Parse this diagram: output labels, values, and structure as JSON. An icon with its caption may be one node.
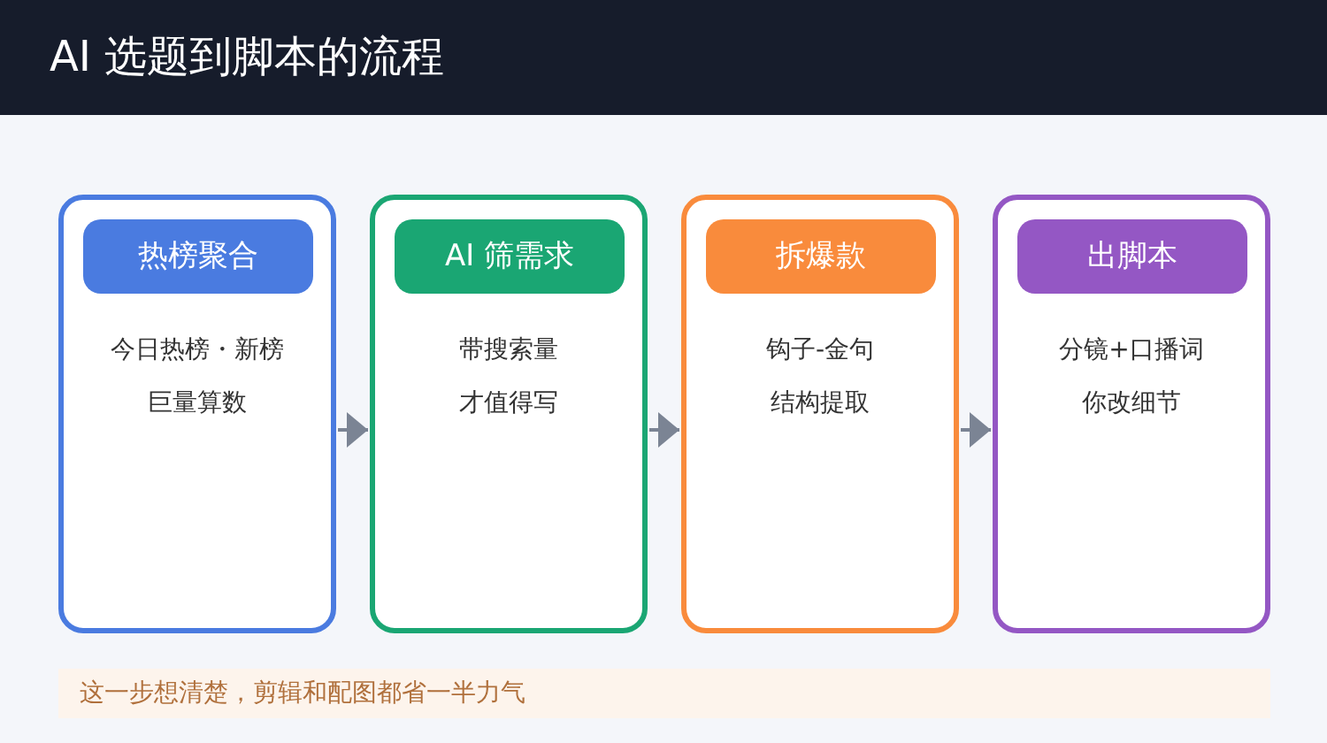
{
  "diagram": {
    "title": "AI 选题到脚本的流程",
    "nodes": [
      {
        "text": [
          "热榜聚合",
          "今日热榜・新榜",
          "巨量算数"
        ]
      },
      {
        "text": [
          "AI 筛需求",
          "带搜索量",
          "才值得写"
        ]
      },
      {
        "text": [
          "拆爆款",
          "钩子-金句",
          "结构提取"
        ]
      },
      {
        "text": [
          "出脚本",
          "分镜+口播词",
          "你改细节"
        ]
      }
    ],
    "edges": [
      {
        "from": 0,
        "to": 1,
        "arrow": "to"
      },
      {
        "from": 1,
        "to": 2,
        "arrow": "to"
      },
      {
        "from": 2,
        "to": 3,
        "arrow": "to"
      }
    ],
    "labels": [
      "这一步想清楚，剪辑和配图都省一半力气"
    ]
  }
}
